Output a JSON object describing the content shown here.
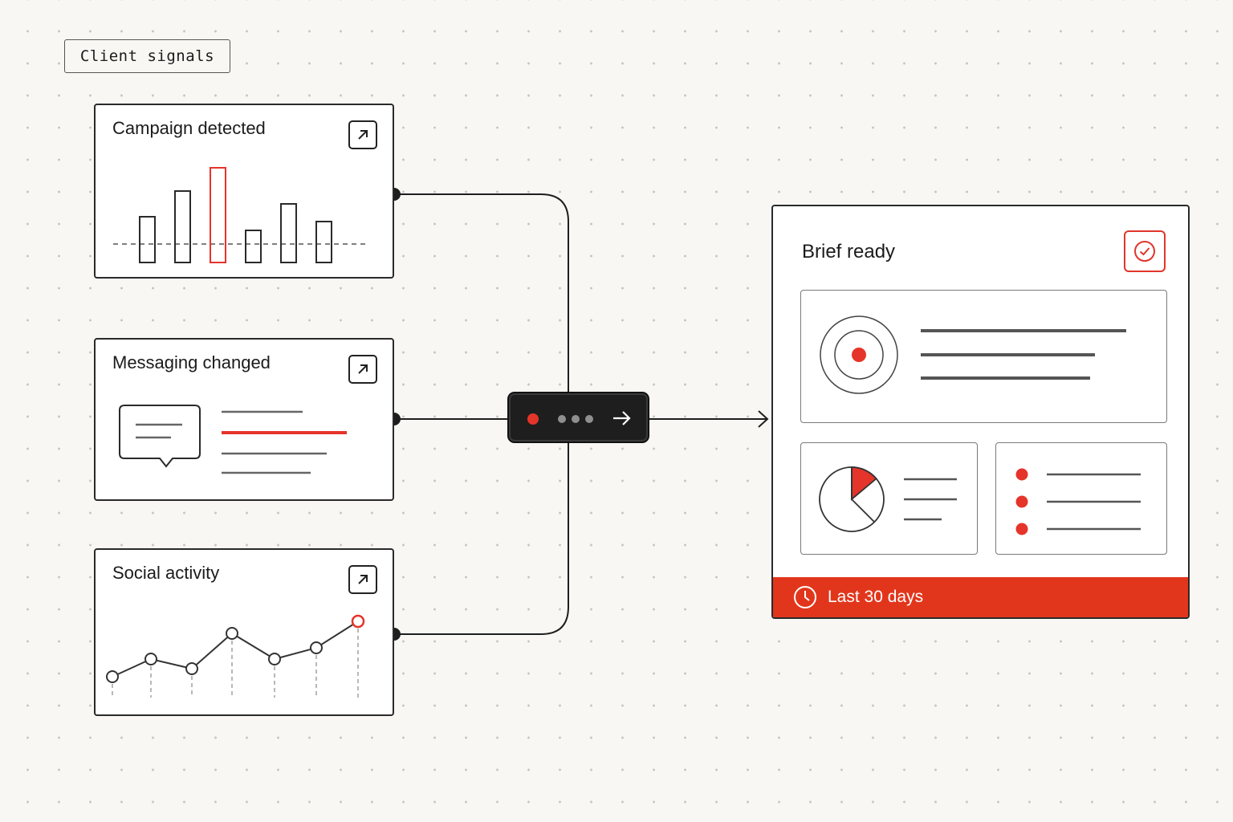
{
  "header": {
    "tag_label": "Client signals"
  },
  "signals": [
    {
      "title": "Campaign detected",
      "icon": "arrow-up-right-icon"
    },
    {
      "title": "Messaging changed",
      "icon": "arrow-up-right-icon"
    },
    {
      "title": "Social activity",
      "icon": "arrow-up-right-icon"
    }
  ],
  "processor": {
    "icons": [
      "status-dot-icon",
      "ellipsis-icon",
      "arrow-right-icon"
    ]
  },
  "brief": {
    "title": "Brief ready",
    "badge_icon": "check-circle-icon",
    "footer_label": "Last 30 days",
    "footer_icon": "clock-icon"
  },
  "colors": {
    "accent": "#e5342a",
    "footer": "#e2361c",
    "ink": "#1b1b1b",
    "background": "#f8f7f4"
  }
}
